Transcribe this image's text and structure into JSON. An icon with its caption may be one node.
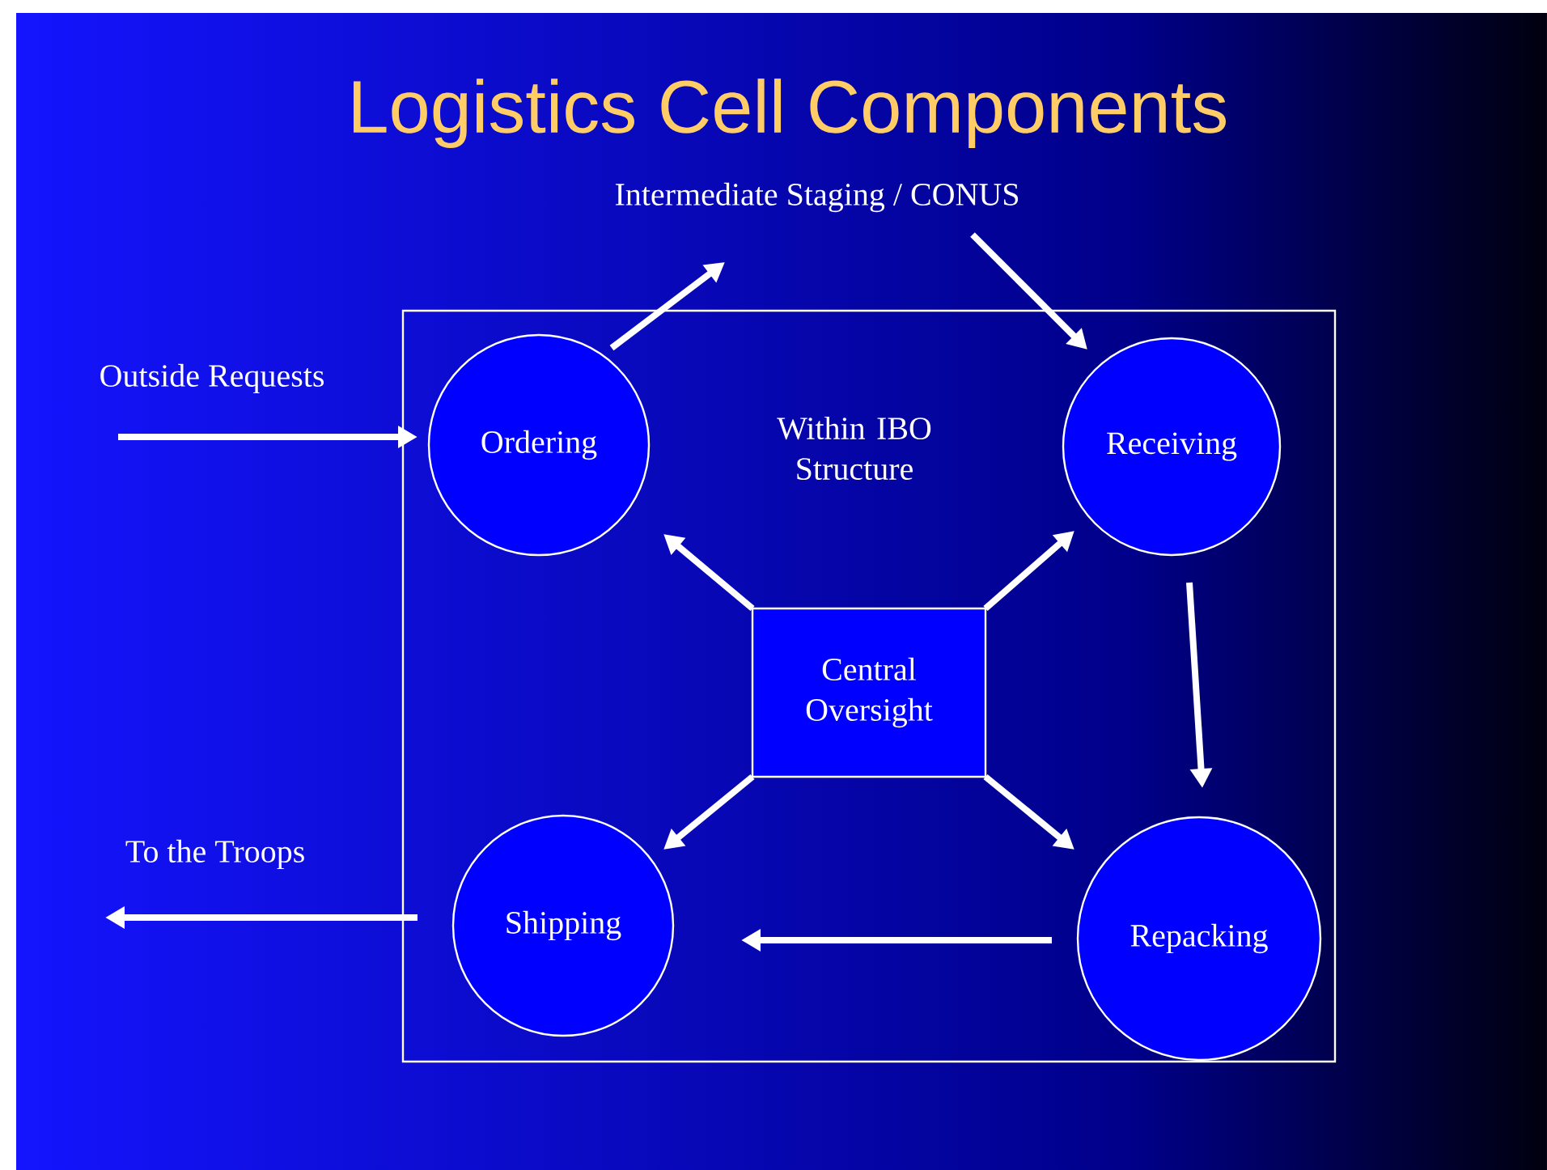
{
  "diagram": {
    "title": "Logistics Cell Components",
    "nodes": [
      {
        "text": [
          "Within IBO Structure"
        ]
      },
      {
        "text": [
          "Ordering"
        ],
        "in": 0
      },
      {
        "text": [
          "Receiving"
        ],
        "in": 0
      },
      {
        "text": [
          "Central Oversight"
        ],
        "in": 0
      },
      {
        "text": [
          "Shipping"
        ],
        "in": 0
      },
      {
        "text": [
          "Repacking"
        ],
        "in": 0
      },
      {
        "text": [
          "Intermediate Staging / CONUS"
        ]
      },
      {
        "text": [
          "Outside Requests"
        ]
      },
      {
        "text": [
          "To the Troops"
        ]
      }
    ],
    "edges": [
      {
        "from": 1,
        "to": 6,
        "arrow": "to"
      },
      {
        "from": 6,
        "to": 2,
        "arrow": "to"
      },
      {
        "from": 2,
        "to": 5,
        "arrow": "to"
      },
      {
        "from": 5,
        "to": 4,
        "arrow": "to"
      },
      {
        "from": 3,
        "to": 1,
        "arrow": "to"
      },
      {
        "from": 3,
        "to": 2,
        "arrow": "to"
      },
      {
        "from": 3,
        "to": 4,
        "arrow": "to"
      },
      {
        "from": 3,
        "to": 5,
        "arrow": "to"
      },
      {
        "from": 7,
        "to": 1,
        "arrow": "to"
      },
      {
        "from": 4,
        "to": 8,
        "arrow": "to"
      }
    ]
  }
}
